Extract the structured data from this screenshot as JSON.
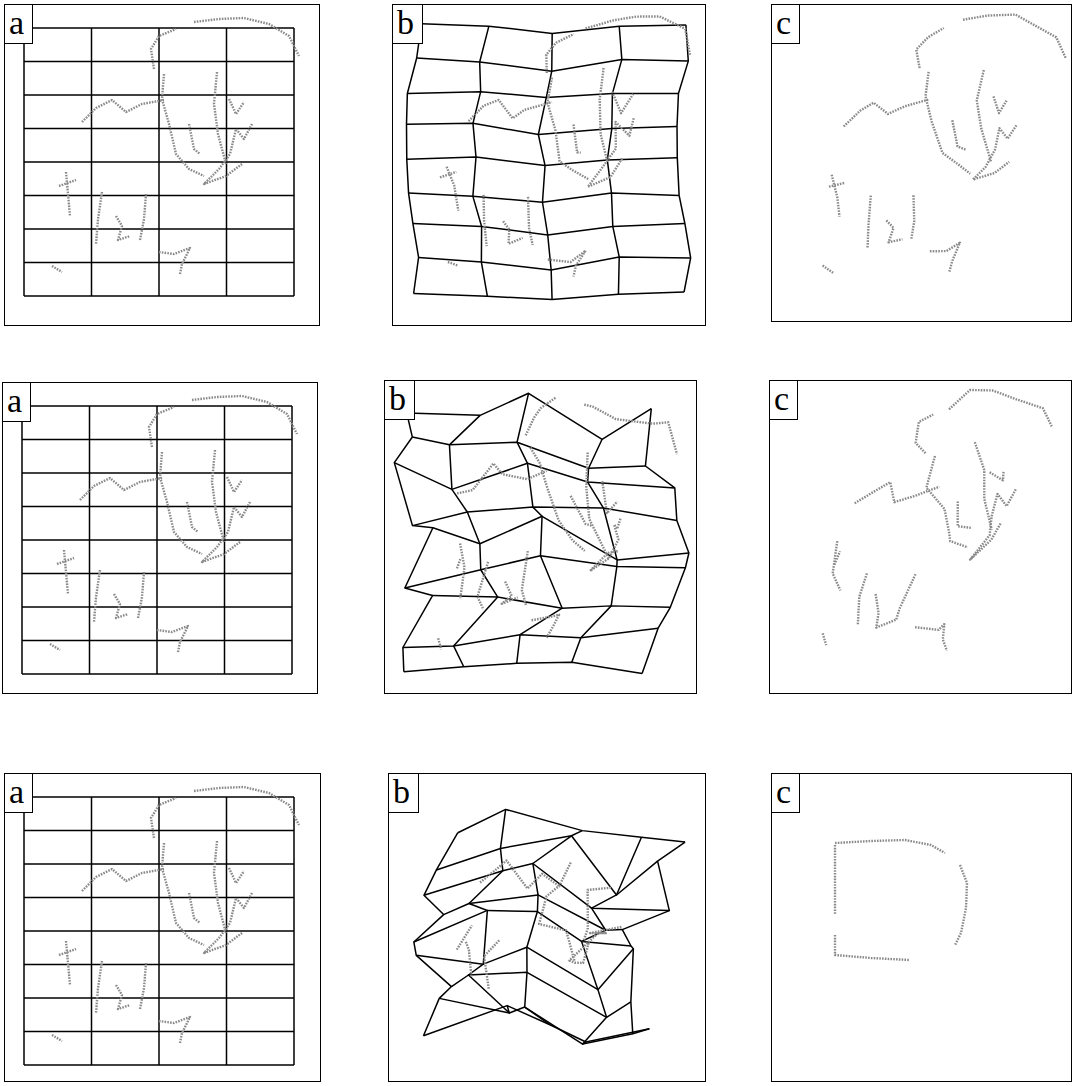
{
  "diagram": {
    "nodes": [
      {
        "text": [
          "a"
        ]
      },
      {
        "text": [
          "b"
        ]
      },
      {
        "text": [
          "c"
        ]
      },
      {
        "text": [
          "a"
        ]
      },
      {
        "text": [
          "b"
        ]
      },
      {
        "text": [
          "c"
        ]
      },
      {
        "text": [
          "a"
        ]
      },
      {
        "text": [
          "b"
        ]
      },
      {
        "text": [
          "c"
        ]
      }
    ]
  }
}
